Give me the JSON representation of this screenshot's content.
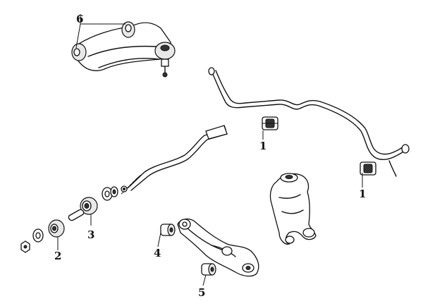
{
  "callouts": {
    "c1a": "1",
    "c1b": "1",
    "c2": "2",
    "c3": "3",
    "c4": "4",
    "c5": "5",
    "c6": "6"
  }
}
